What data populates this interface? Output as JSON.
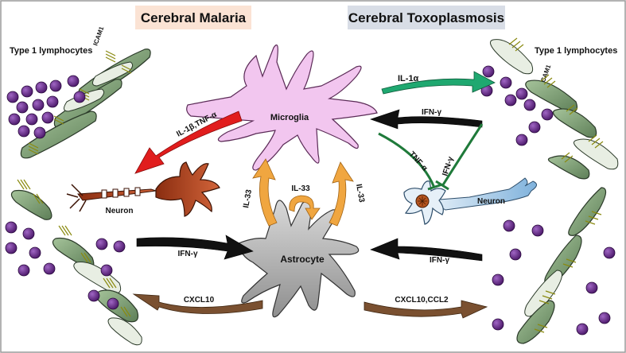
{
  "headers": {
    "left": "Cerebral Malaria",
    "right": "Cerebral Toxoplasmosis",
    "left_bg": "#fbe3d4",
    "right_bg": "#d8dde6"
  },
  "cells": {
    "microglia": "Microglia",
    "astrocyte": "Astrocyte",
    "neuron_left": "Neuron",
    "neuron_right": "Neuron"
  },
  "lymphocytes": {
    "left_label": "Type 1 lymphocytes",
    "right_label": "Type 1 lymphocytes",
    "icam_left": "ICAM1",
    "icam_right": "ICAM1"
  },
  "arrows": {
    "il1b_tnfa": "IL-1β,TNF-α",
    "il1a": "IL-1α",
    "ifng_right_top": "IFN-γ",
    "tnfa_right": "TNF-α",
    "ifng_right_vert": "IFN-γ",
    "il33_left": "IL-33",
    "il33_center": "IL-33",
    "il33_right": "IL-33",
    "ifng_left_mid": "IFN-γ",
    "ifng_right_mid": "IFN-γ",
    "cxcl10_left": "CXCL10",
    "cxcl10_ccl2_right": "CXCL10,CCL2"
  },
  "colors": {
    "microglia": "#f2c6ef",
    "astrocyte": "#b5b5b5",
    "neuron_left": "#b5451d",
    "neuron_right": "#a9cde8",
    "lymphocyte": "#7d9e76",
    "lymphocyte_pale": "#e8eee3",
    "particle": "#6a2c8c",
    "red_arrow": "#e11d1d",
    "green_arrow": "#1fa870",
    "orange_arrow": "#f0a640",
    "brown_arrow": "#7a5030",
    "inhibit_green": "#1f7a3a"
  }
}
